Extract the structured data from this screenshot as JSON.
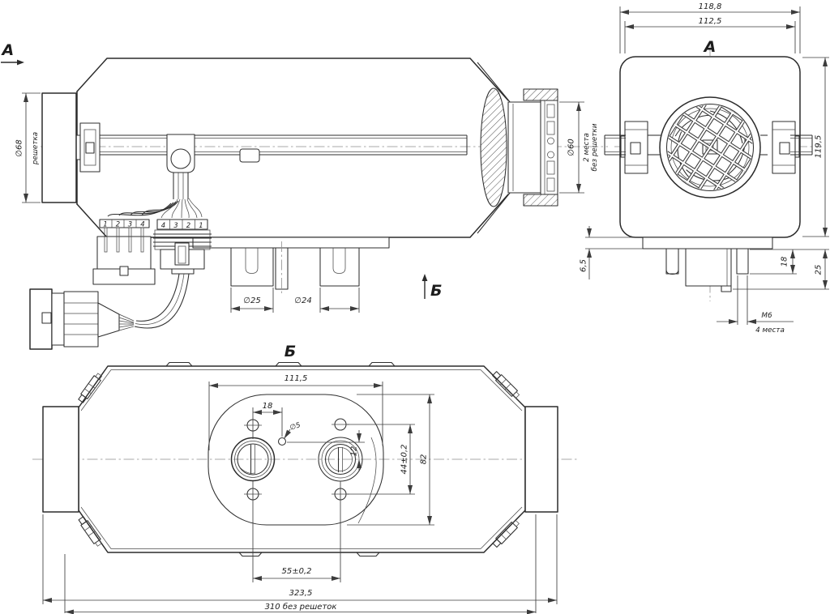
{
  "drawing": {
    "side_view": {
      "view_arrow_a": "А",
      "view_arrow_b": "Б",
      "grille_diameter": "∅68",
      "grille_note": "решетка",
      "outlet_diameter": "∅60",
      "outlet_note_line1": "2 места",
      "outlet_note_line2": "без решетки",
      "intake_pipe_diameter": "∅25",
      "exhaust_pipe_diameter": "∅24",
      "connector_left_pins": [
        "1",
        "2",
        "3",
        "4"
      ],
      "connector_right_pins": [
        "4",
        "3",
        "2",
        "1"
      ]
    },
    "front_view": {
      "label": "А",
      "width_overall": "118,8",
      "width_body": "112,5",
      "height_overall": "119,5",
      "flange_thickness": "6,5",
      "stud_length": "18",
      "bracket_depth": "25",
      "stud_thread": "М6",
      "stud_note": "4 места"
    },
    "bottom_view": {
      "label": "Б",
      "flange_width": "111,5",
      "hole_offset_x": "18",
      "pilot_hole_diameter": "∅5",
      "hole_offset_y": "12",
      "mount_holes_spacing": "44±0,2",
      "flange_height": "82",
      "pipes_spacing": "55±0,2",
      "length_overall": "323,5",
      "length_note": "310 без решеток"
    }
  }
}
